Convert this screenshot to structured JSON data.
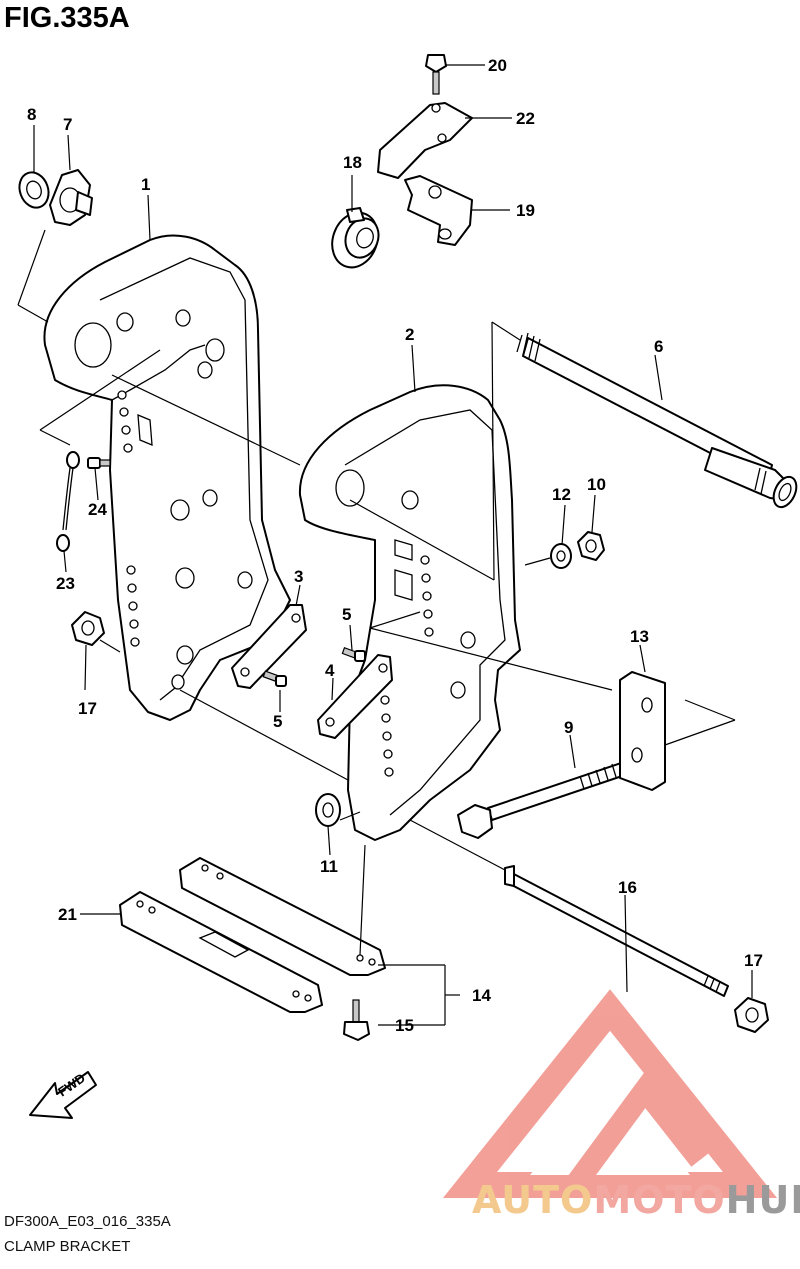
{
  "figure": {
    "title": "FIG.335A",
    "code": "DF300A_E03_016_335A",
    "name": "CLAMP BRACKET"
  },
  "callouts": [
    "1",
    "2",
    "3",
    "4",
    "5",
    "5",
    "6",
    "7",
    "8",
    "9",
    "10",
    "11",
    "12",
    "13",
    "14",
    "15",
    "16",
    "17",
    "17",
    "18",
    "19",
    "20",
    "21",
    "22",
    "23",
    "24"
  ],
  "direction_label": "FWD",
  "watermark": {
    "part1": "AUTO",
    "part2": "MOTO",
    "part3": "HUB",
    "colors": {
      "orange": "#f3c98e",
      "red": "#f2a7a0",
      "grey": "#9a9a9a",
      "logo": "#f08f86"
    }
  }
}
